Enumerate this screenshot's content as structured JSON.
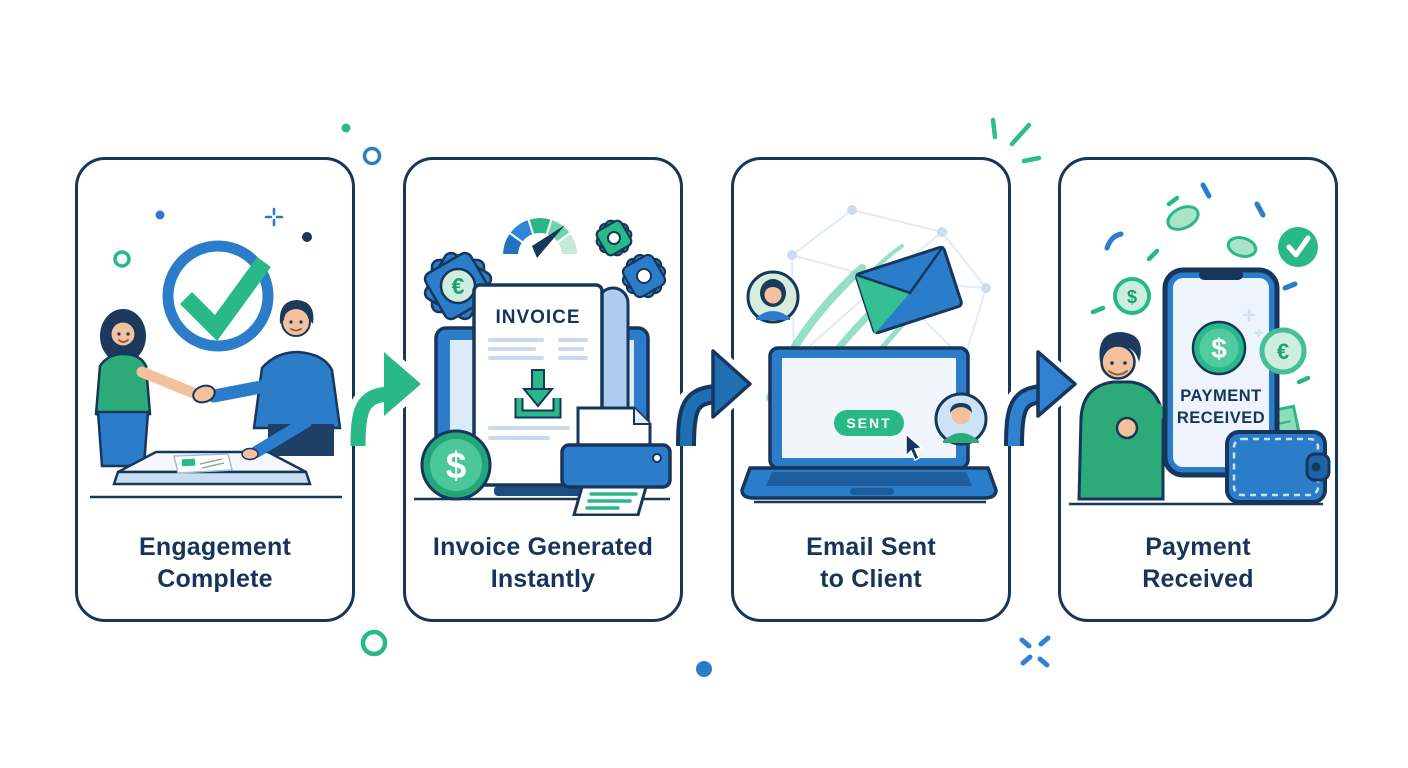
{
  "infographic": {
    "type": "process-flow",
    "background": "#ffffff",
    "steps": [
      {
        "title_lines": [
          "Engagement",
          "Complete"
        ],
        "illustration": "two-people-handshake-with-checkmark"
      },
      {
        "title_lines": [
          "Invoice Generated",
          "Instantly"
        ],
        "illustration": "monitor-invoice-printer-gears-gauge",
        "labels": {
          "document_title": "INVOICE"
        }
      },
      {
        "title_lines": [
          "Email Sent",
          "to Client"
        ],
        "illustration": "laptop-flying-envelope-avatars",
        "labels": {
          "sent_badge": "SENT"
        }
      },
      {
        "title_lines": [
          "Payment",
          "Received"
        ],
        "illustration": "phone-payment-wallet-coins",
        "labels": {
          "screen_lines": [
            "PAYMENT",
            "RECEIVED"
          ]
        }
      }
    ],
    "connectors": [
      {
        "from_step": 1,
        "to_step": 2,
        "color": "#29b989"
      },
      {
        "from_step": 2,
        "to_step": 3,
        "color": "#1f6fb5"
      },
      {
        "from_step": 3,
        "to_step": 4,
        "color": "#2e82d0"
      }
    ],
    "symbols": {
      "dollar": "$",
      "euro": "€"
    },
    "colors": {
      "outline_navy": "#16365c",
      "primary_blue": "#2b7cc9",
      "primary_green": "#29b989",
      "light_blue": "#c9ddf2",
      "pale_green": "#cdeede",
      "skin": "#f3c29d"
    },
    "decorations": [
      "green-dot",
      "blue-ring",
      "plus-sparkle",
      "navy-dot",
      "green-ring-small",
      "sparkle-burst",
      "green-ring-bottom",
      "blue-dot-bottom",
      "blue-cross-sparkle"
    ]
  }
}
